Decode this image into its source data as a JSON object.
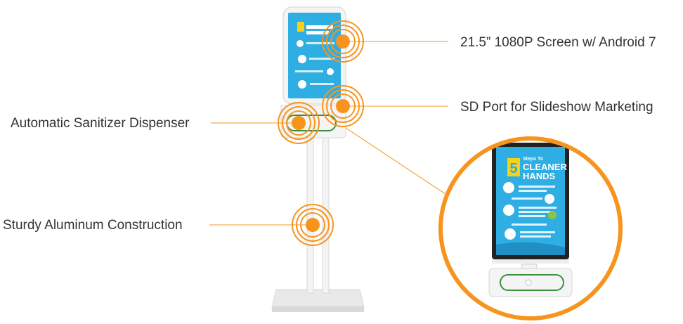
{
  "colors": {
    "accent": "#f7941d",
    "leader_line": "#f7941d",
    "label_text": "#333333",
    "screen_bg": "#2eaee3",
    "kiosk_body": "#f2f2f2",
    "dispenser_ring": "#3a8f3a"
  },
  "callouts": {
    "screen": "21.5” 1080P Screen w/ Android 7",
    "sd_port": "SD Port for Slideshow Marketing",
    "dispenser": "Automatic Sanitizer Dispenser",
    "construction": "Sturdy Aluminum Construction"
  },
  "poster": {
    "number": "5",
    "line1": "Steps To",
    "line2": "CLEANER",
    "line3": "HANDS"
  }
}
